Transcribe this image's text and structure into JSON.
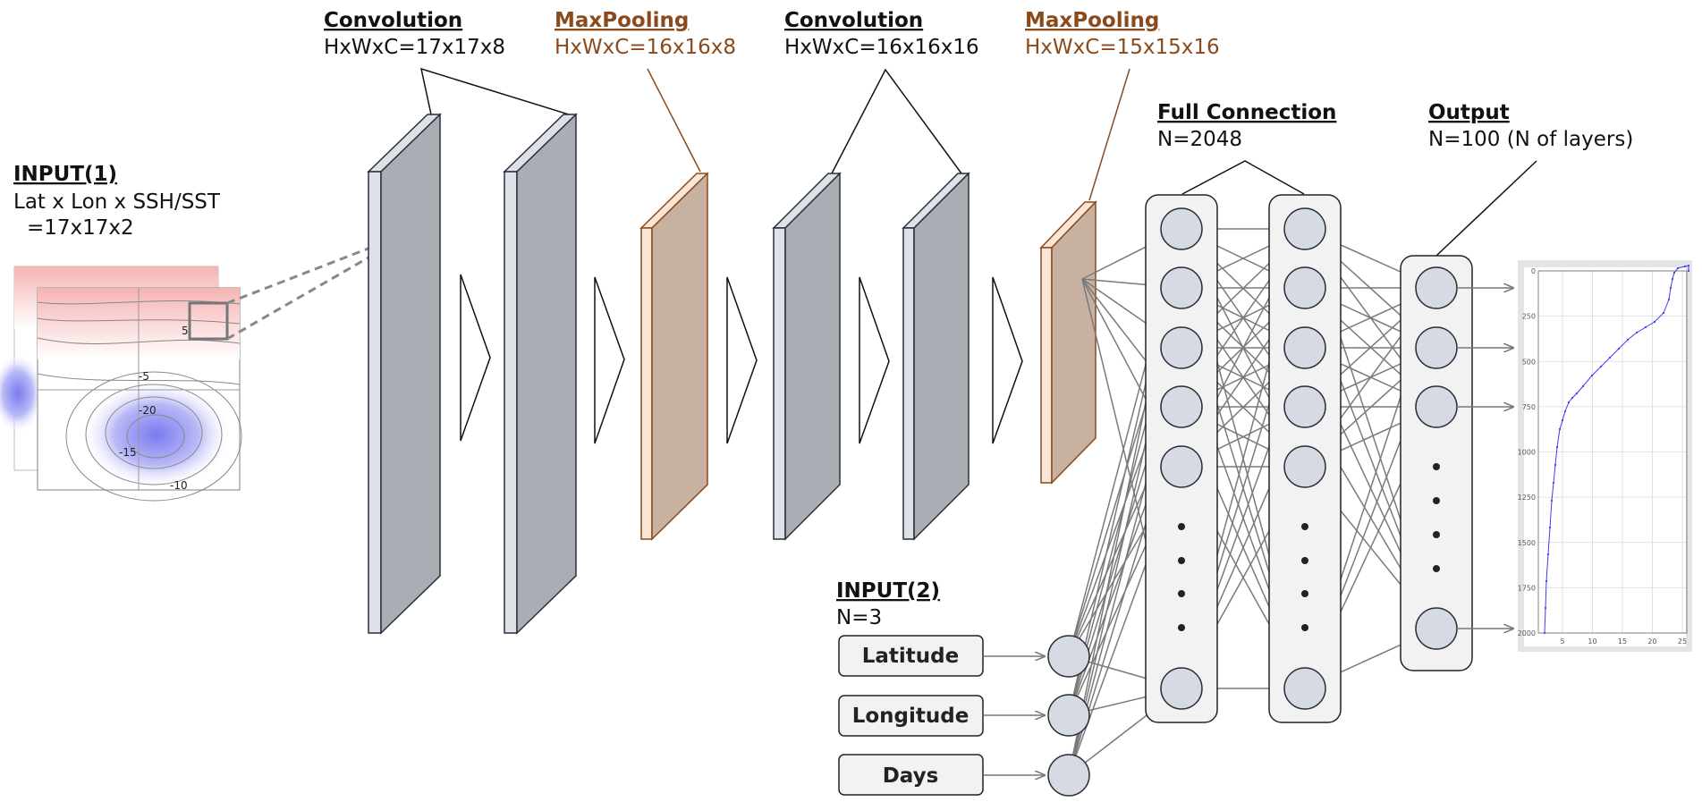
{
  "input1": {
    "title": "INPUT(1)",
    "line1": "Lat x Lon x SSH/SST",
    "line2": "=17x17x2",
    "contour_labels": [
      "5",
      "-5",
      "-20",
      "-15",
      "-10"
    ]
  },
  "conv1": {
    "title": "Convolution",
    "shape": "HxWxC=17x17x8"
  },
  "pool1": {
    "title": "MaxPooling",
    "shape": "HxWxC=16x16x8"
  },
  "conv2": {
    "title": "Convolution",
    "shape": "HxWxC=16x16x16"
  },
  "pool2": {
    "title": "MaxPooling",
    "shape": "HxWxC=15x15x16"
  },
  "full_connection": {
    "title": "Full Connection",
    "n": "N=2048"
  },
  "output": {
    "title": "Output",
    "n": "N=100 (N of layers)"
  },
  "input2": {
    "title": "INPUT(2)",
    "n": "N=3",
    "items": [
      "Latitude",
      "Longitude",
      "Days"
    ]
  },
  "profile_plot": {
    "y_ticks": [
      "0",
      "250",
      "500",
      "750",
      "1000",
      "1250",
      "1500",
      "1750",
      "2000"
    ],
    "x_ticks": [
      "5",
      "10",
      "15",
      "20",
      "25"
    ]
  },
  "colors": {
    "conv_face": "#a9adb4",
    "conv_edge": "#dde1e8",
    "pool_face": "#c9b1a2",
    "pool_edge": "#fbe5d6",
    "pool_stroke": "#8a4a1c",
    "node_fill": "#d6dae2",
    "column_fill": "#f2f2f2"
  }
}
